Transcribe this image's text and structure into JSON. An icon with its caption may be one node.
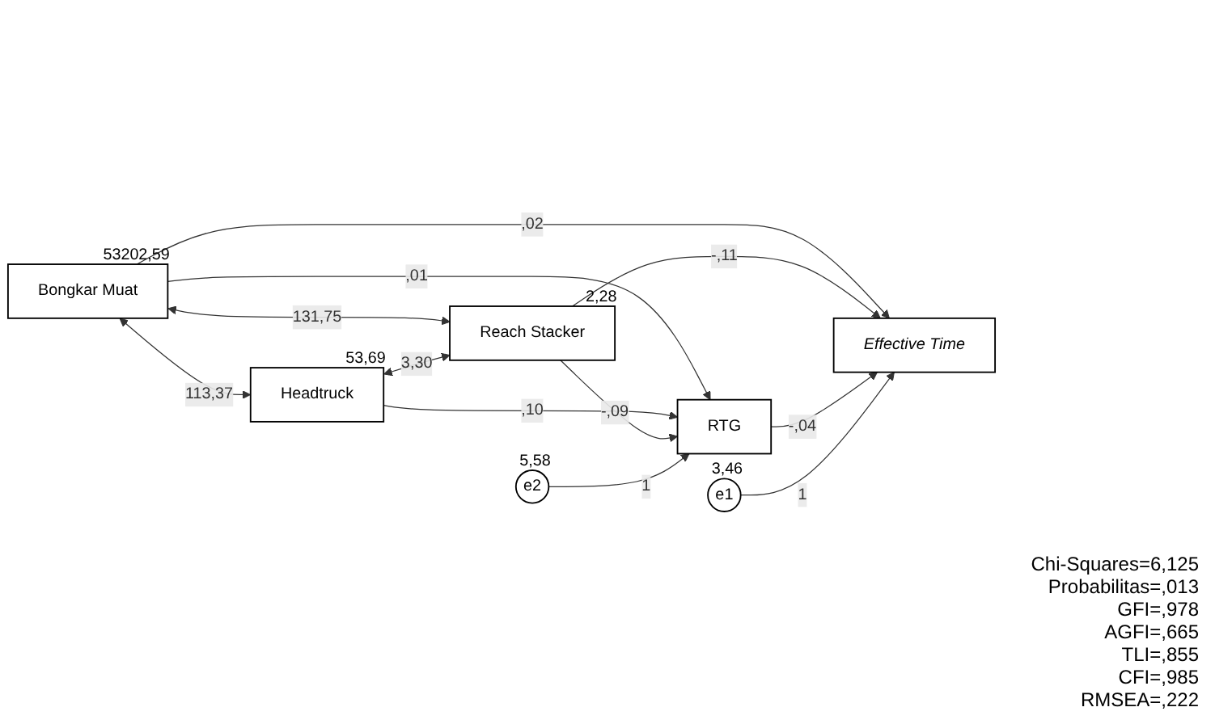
{
  "diagram": {
    "nodes": [
      {
        "text": [
          "Bongkar Muat"
        ],
        "beside": [
          "53202,59"
        ]
      },
      {
        "text": [
          "Headtruck"
        ],
        "beside": [
          "53,69"
        ]
      },
      {
        "text": [
          "Reach Stacker"
        ],
        "beside": [
          "2,28"
        ]
      },
      {
        "text": [
          "RTG"
        ]
      },
      {
        "text": [
          "Effective Time"
        ]
      },
      {
        "text": [
          "e1"
        ],
        "beside": [
          "3,46"
        ]
      },
      {
        "text": [
          "e2"
        ],
        "beside": [
          "5,58"
        ]
      }
    ],
    "edges": [
      {
        "from": 0,
        "to": 1,
        "arrow": "both",
        "label": "113,37"
      },
      {
        "from": 0,
        "to": 2,
        "arrow": "both",
        "label": "131,75"
      },
      {
        "from": 1,
        "to": 2,
        "arrow": "both",
        "label": "3,30"
      },
      {
        "from": 0,
        "to": 3,
        "arrow": "to",
        "label": ",01"
      },
      {
        "from": 0,
        "to": 4,
        "arrow": "to",
        "label": ",02"
      },
      {
        "from": 1,
        "to": 3,
        "arrow": "to",
        "label": ",10"
      },
      {
        "from": 2,
        "to": 3,
        "arrow": "to",
        "label": "-,09"
      },
      {
        "from": 2,
        "to": 4,
        "arrow": "to",
        "label": "-,11"
      },
      {
        "from": 3,
        "to": 4,
        "arrow": "to",
        "label": "-,04"
      },
      {
        "from": 5,
        "to": 4,
        "arrow": "to",
        "label": "1"
      },
      {
        "from": 6,
        "to": 3,
        "arrow": "to",
        "label": "1"
      }
    ],
    "labels": [
      "Chi-Squares=6,125",
      "Probabilitas=,013",
      "GFI=,978",
      "AGFI=,665",
      "TLI=,855",
      "CFI=,985",
      "RMSEA=,222"
    ]
  }
}
